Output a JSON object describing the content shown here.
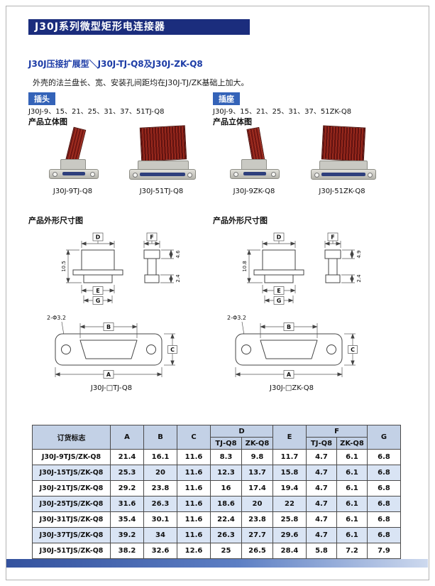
{
  "page": {
    "title": "J30J系列微型矩形电连接器",
    "subtitle": "J30J压接扩展型＼J30J-TJ-Q8及J30J-ZK-Q8",
    "description": "外壳的法兰盘长、宽、安装孔间距均在J30J-TJ/ZK基础上加大。"
  },
  "plug": {
    "badge": "插头",
    "models": "J30J-9、15、21、25、31、37、51TJ-Q8",
    "view_title": "产品立体图",
    "photos": [
      {
        "caption": "J30J-9TJ-Q8"
      },
      {
        "caption": "J30J-51TJ-Q8"
      }
    ],
    "dim_title": "产品外形尺寸图",
    "side": {
      "d": "D",
      "f": "F",
      "h": "10.5",
      "t1": "4.6",
      "t2": "2.4",
      "e": "E",
      "g": "G"
    },
    "front": {
      "hole": "2-Φ3.2",
      "b": "B",
      "a": "A",
      "c": "C"
    },
    "caption": "J30J-□TJ-Q8"
  },
  "socket": {
    "badge": "插座",
    "models": "J30J-9、15、21、25、31、37、51ZK-Q8",
    "view_title": "产品立体图",
    "photos": [
      {
        "caption": "J30J-9ZK-Q8"
      },
      {
        "caption": "J30J-51ZK-Q8"
      }
    ],
    "dim_title": "产品外形尺寸图",
    "side": {
      "d": "D",
      "f": "F",
      "h": "10.8",
      "t1": "4.9",
      "t2": "2.4",
      "e": "E",
      "g": "G"
    },
    "front": {
      "hole": "2-Φ3.2",
      "b": "B",
      "a": "A",
      "c": "C"
    },
    "caption": "J30J-□ZK-Q8"
  },
  "table": {
    "headers": {
      "order": "订货标志",
      "a": "A",
      "b": "B",
      "c": "C",
      "d": "D",
      "e": "E",
      "f": "F",
      "g": "G",
      "d_tj": "TJ-Q8",
      "d_zk": "ZK-Q8",
      "f_tj": "TJ-Q8",
      "f_zk": "ZK-Q8"
    },
    "rows": [
      {
        "model": "J30J-9TJS/ZK-Q8",
        "values": [
          "21.4",
          "16.1",
          "11.6",
          "8.3",
          "9.8",
          "11.7",
          "4.7",
          "6.1",
          "6.8"
        ]
      },
      {
        "model": "J30J-15TJS/ZK-Q8",
        "values": [
          "25.3",
          "20",
          "11.6",
          "12.3",
          "13.7",
          "15.8",
          "4.7",
          "6.1",
          "6.8"
        ]
      },
      {
        "model": "J30J-21TJS/ZK-Q8",
        "values": [
          "29.2",
          "23.8",
          "11.6",
          "16",
          "17.4",
          "19.4",
          "4.7",
          "6.1",
          "6.8"
        ]
      },
      {
        "model": "J30J-25TJS/ZK-Q8",
        "values": [
          "31.6",
          "26.3",
          "11.6",
          "18.6",
          "20",
          "22",
          "4.7",
          "6.1",
          "6.8"
        ]
      },
      {
        "model": "J30J-31TJS/ZK-Q8",
        "values": [
          "35.4",
          "30.1",
          "11.6",
          "22.4",
          "23.8",
          "25.8",
          "4.7",
          "6.1",
          "6.8"
        ]
      },
      {
        "model": "J30J-37TJS/ZK-Q8",
        "values": [
          "39.2",
          "34",
          "11.6",
          "26.3",
          "27.7",
          "29.6",
          "4.7",
          "6.1",
          "6.8"
        ]
      },
      {
        "model": "J30J-51TJS/ZK-Q8",
        "values": [
          "38.2",
          "32.6",
          "12.6",
          "25",
          "26.5",
          "28.4",
          "5.8",
          "7.2",
          "7.9"
        ]
      }
    ]
  },
  "colors": {
    "title_bg": "#1b2d7d",
    "accent_blue": "#1d3ca6",
    "badge_bg": "#3463b8",
    "table_header_bg": "#c3d1e6",
    "table_alt_bg": "#d9e4f4",
    "ribbon_red": "#8a1c16"
  }
}
